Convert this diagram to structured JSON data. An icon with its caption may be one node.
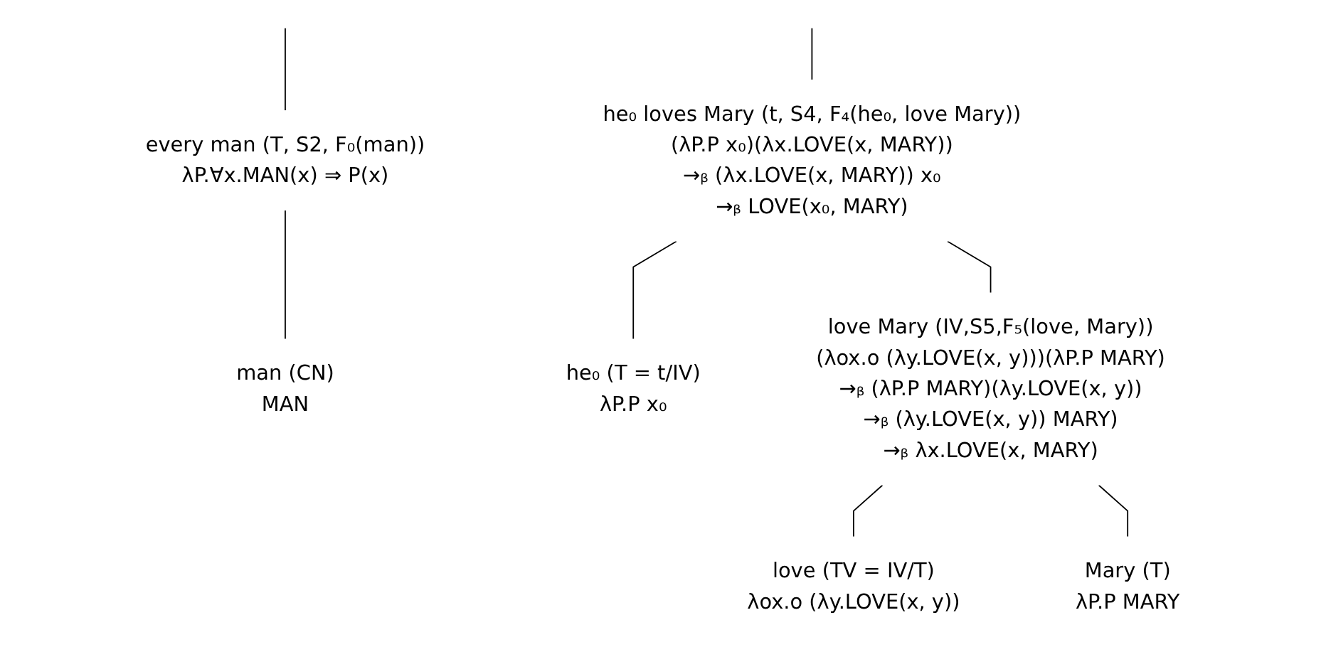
{
  "diagram": {
    "nodes": [
      {
        "text": [
          "every man (T, S2, F₀(man))",
          "λP.∀x.MAN(x) ⇒ P(x)"
        ]
      },
      {
        "text": [
          "man (CN)",
          "MAN"
        ]
      },
      {
        "text": [
          "he₀ loves Mary (t, S4, F₄(he₀, love Mary))",
          "(λP.P x₀)(λx.LOVE(x, MARY))",
          "→ᵦ (λx.LOVE(x, MARY)) x₀",
          "→ᵦ LOVE(x₀, MARY)"
        ]
      },
      {
        "text": [
          "he₀ (T = t/IV)",
          "λP.P x₀"
        ]
      },
      {
        "text": [
          "love Mary (IV,S5,F₅(love, Mary))",
          "(λox.o (λy.LOVE(x, y)))(λP.P MARY)",
          "→ᵦ (λP.P MARY)(λy.LOVE(x, y))",
          "→ᵦ (λy.LOVE(x, y)) MARY)",
          "→ᵦ λx.LOVE(x, MARY)"
        ]
      },
      {
        "text": [
          "love (TV = IV/T)",
          "λox.o (λy.LOVE(x, y))"
        ]
      },
      {
        "text": [
          "Mary (T)",
          "λP.P MARY"
        ]
      }
    ],
    "edges": [
      {
        "from": null,
        "to": 0,
        "arrow": "none"
      },
      {
        "from": null,
        "to": 2,
        "arrow": "none"
      },
      {
        "from": 0,
        "to": 1,
        "arrow": "none"
      },
      {
        "from": 2,
        "to": 3,
        "arrow": "none"
      },
      {
        "from": 2,
        "to": 4,
        "arrow": "none"
      },
      {
        "from": 4,
        "to": 5,
        "arrow": "none"
      },
      {
        "from": 4,
        "to": 6,
        "arrow": "none"
      }
    ]
  }
}
